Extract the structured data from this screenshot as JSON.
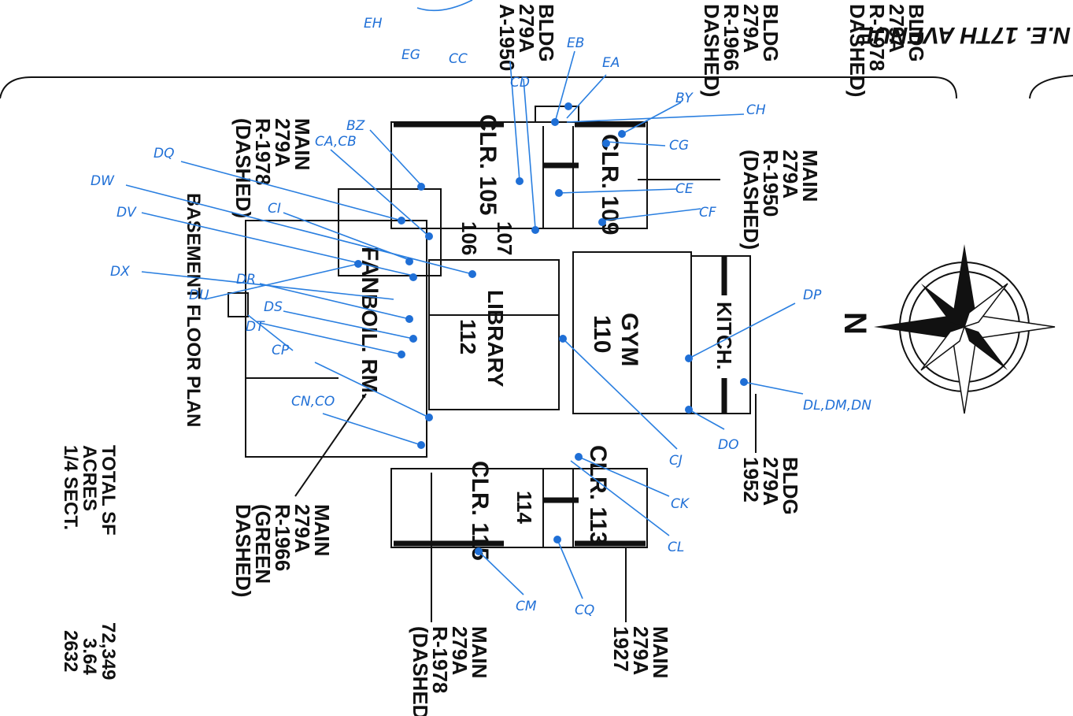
{
  "street": "N.E. 17TH AVENUE",
  "north_label": "N",
  "rooms": {
    "clr_105": "CLR. 105",
    "clr_109": "CLR. 109",
    "r106": "106",
    "r107": "107",
    "fan": "FAN",
    "boil_rm": "BOIL. RM.",
    "library": "LIBRARY",
    "library_num": "112",
    "gym": "GYM",
    "gym_num": "110",
    "kitchen": "KITCH.",
    "clr_113": "CLR. 113",
    "r114": "114",
    "clr_115": "CLR. 115"
  },
  "annotations": {
    "bldg_279a_1950": [
      "BLDG",
      "279A",
      "A-1950"
    ],
    "bldg_279a_1966": [
      "BLDG",
      "279A",
      "R-1966",
      "DASHED)"
    ],
    "bldg_279a_1978": [
      "BLDG",
      "279A",
      "R-1978",
      "DASHED)"
    ],
    "main_1978_left": [
      "MAIN",
      "279A",
      "R-1978",
      "(DASHED)"
    ],
    "main_1950": [
      "MAIN",
      "279A",
      "R-1950",
      "(DASHED)"
    ],
    "basement": "BASEMENT FLOOR PLAN",
    "main_1966_green": [
      "MAIN",
      "279A",
      "R-1966",
      "(GREEN",
      "DASHED)"
    ],
    "main_1978_bottom": [
      "MAIN",
      "279A",
      "R-1978",
      "(DASHED)"
    ],
    "main_1927": [
      "MAIN",
      "279A",
      "1927"
    ],
    "bldg_1952": [
      "BLDG",
      "279A",
      "1952"
    ]
  },
  "totals": {
    "labels": [
      "TOTAL SF",
      "ACRES",
      "1/4 SECT."
    ],
    "values": [
      "72,349",
      "3.64",
      "2632"
    ]
  },
  "markups": [
    "EH",
    "EG",
    "CC",
    "CD",
    "EB",
    "EA",
    "BY",
    "CH",
    "BZ",
    "CG",
    "CA,CB",
    "DQ",
    "CE",
    "CF",
    "DW",
    "CI",
    "DV",
    "DX",
    "DU",
    "DR",
    "DS",
    "DT",
    "CP",
    "DP",
    "CN,CO",
    "DL,DM,DN",
    "DO",
    "CJ",
    "CK",
    "CL",
    "CM",
    "CQ"
  ],
  "colors": {
    "ink": "#111111",
    "markup": "#1f6fd6"
  }
}
